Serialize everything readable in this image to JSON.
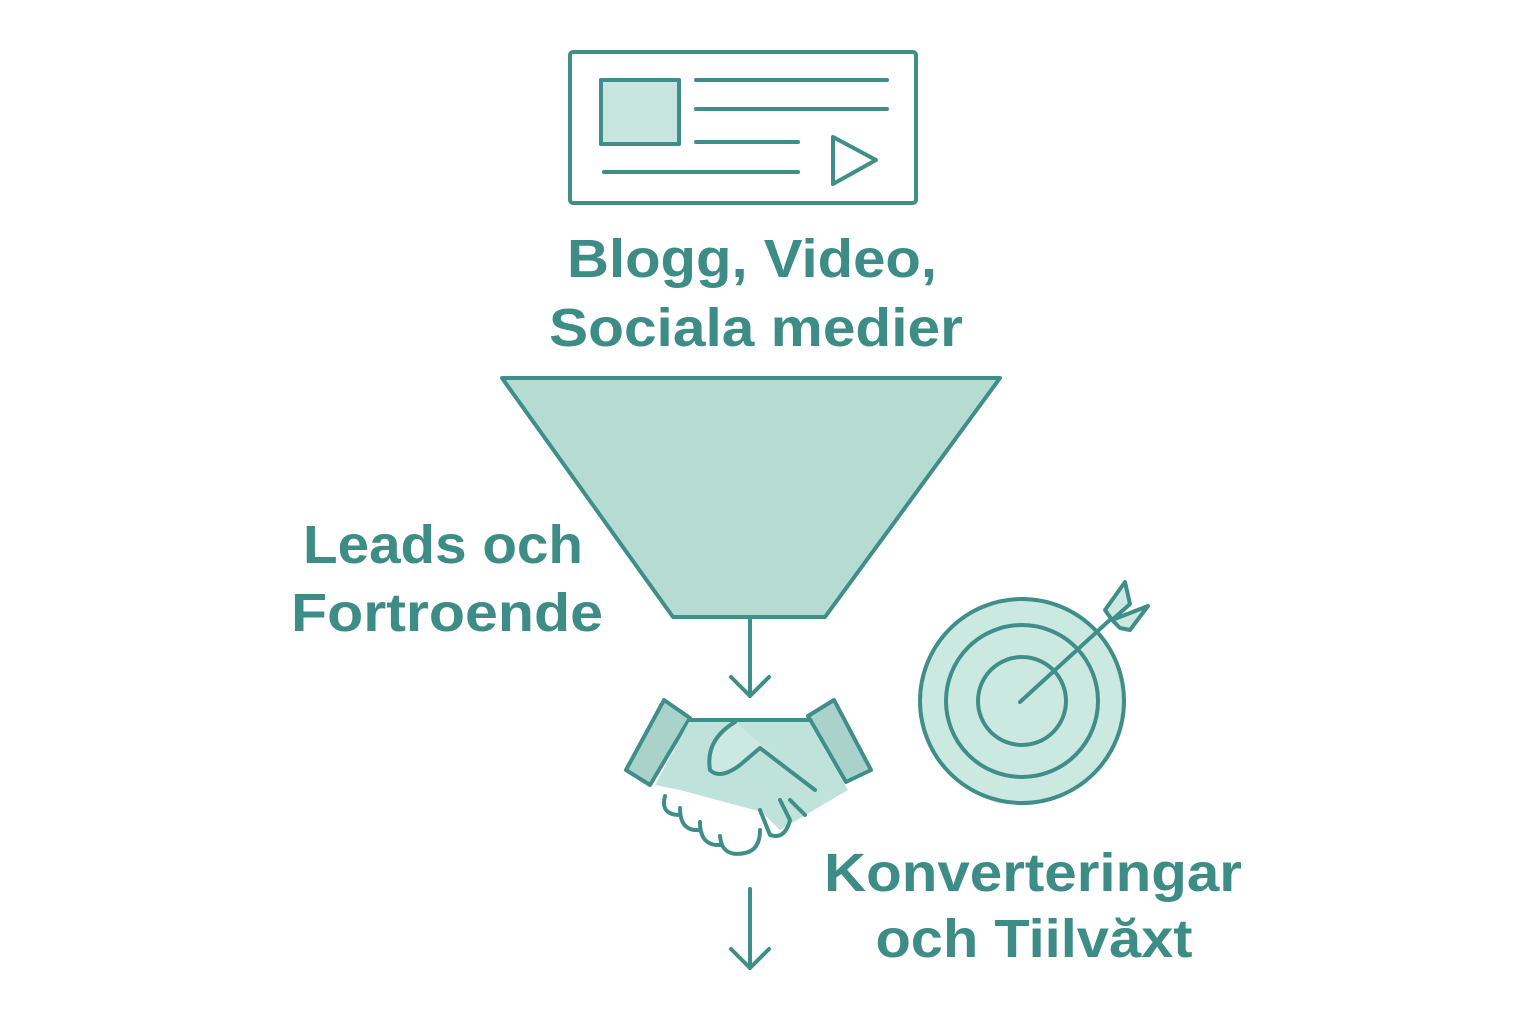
{
  "colors": {
    "stroke": "#3f8f88",
    "fill": "#b6dbd3",
    "text": "#3d8c85"
  },
  "stages": [
    {
      "icon": "content-card-icon",
      "lines": [
        "Blogg, Video,",
        "Sociala medier"
      ]
    },
    {
      "icon": "funnel-icon",
      "lines": [
        "Leads och",
        "Fortroende"
      ]
    },
    {
      "icon": "handshake-icon",
      "lines": [
        "Konverteringar",
        "och Tiilvăxt"
      ]
    }
  ],
  "extra_icons": [
    "target-icon",
    "arrow-down-icon"
  ]
}
